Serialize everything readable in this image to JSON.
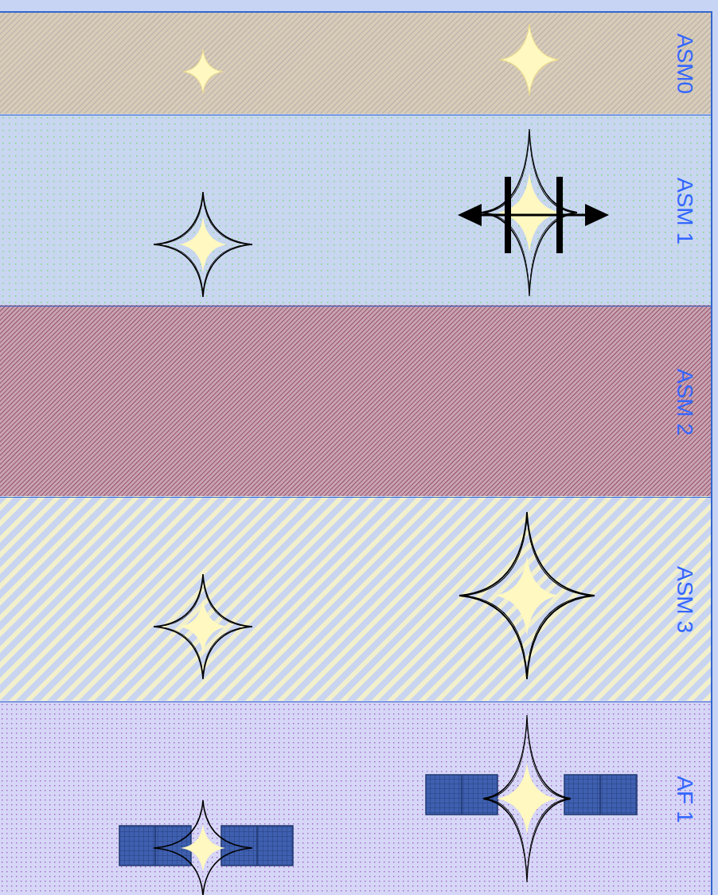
{
  "diagram": {
    "nodes": [
      {
        "text": [
          "ASM0"
        ]
      },
      {
        "text": [
          "ASM 1"
        ]
      },
      {
        "text": [
          "ASM 2"
        ]
      },
      {
        "text": [
          "ASM 3"
        ]
      },
      {
        "text": [
          "AF 1"
        ]
      }
    ]
  }
}
